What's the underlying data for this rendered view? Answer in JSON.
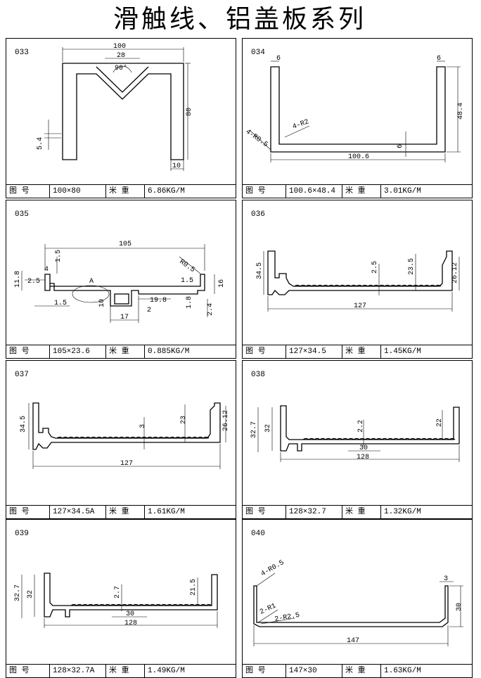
{
  "title": "滑触线、铝盖板系列",
  "footer_labels": {
    "drawing_no": "图  号",
    "weight": "米  重"
  },
  "panels": [
    {
      "id": "033",
      "size": "100×80",
      "weight": "6.86KG/M",
      "dims": {
        "d1": "100",
        "d2": "28",
        "d3": "90°",
        "d4": "80",
        "d5": "5.4",
        "d6": "10"
      }
    },
    {
      "id": "034",
      "size": "100.6×48.4",
      "weight": "3.01KG/M",
      "dims": {
        "d1": "6",
        "d2": "6",
        "d3": "48.4",
        "d4": "4-R2",
        "d5": "4-R0.5",
        "d6": "6",
        "d7": "100.6"
      }
    },
    {
      "id": "035",
      "size": "105×23.6",
      "weight": "0.885KG/M",
      "dims": {
        "d1": "105",
        "d2": "1.5",
        "d3": "4",
        "d4": "11.8",
        "d5": "2.5",
        "d6": "A",
        "d7": "R0.5",
        "d8": "1.5",
        "d9": "16",
        "d10": "1.5",
        "d11": "10",
        "d12": "19.8",
        "d13": "1.8",
        "d14": "2",
        "d15": "2.4",
        "d16": "17"
      }
    },
    {
      "id": "036",
      "size": "127×34.5",
      "weight": "1.45KG/M",
      "dims": {
        "d1": "34.5",
        "d2": "2.5",
        "d3": "23.5",
        "d4": "26.12",
        "d5": "127"
      }
    },
    {
      "id": "037",
      "size": "127×34.5A",
      "weight": "1.61KG/M",
      "dims": {
        "d1": "34.5",
        "d2": "3",
        "d3": "23",
        "d4": "26.12",
        "d5": "127"
      }
    },
    {
      "id": "038",
      "size": "128×32.7",
      "weight": "1.32KG/M",
      "dims": {
        "d1": "32.7",
        "d2": "32",
        "d3": "2.2",
        "d4": "22",
        "d5": "30",
        "d6": "128"
      }
    },
    {
      "id": "039",
      "size": "128×32.7A",
      "weight": "1.49KG/M",
      "dims": {
        "d1": "32.7",
        "d2": "32",
        "d3": "2.7",
        "d4": "21.5",
        "d5": "30",
        "d6": "128"
      }
    },
    {
      "id": "040",
      "size": "147×30",
      "weight": "1.63KG/M",
      "dims": {
        "d1": "4-R0.5",
        "d2": "3",
        "d3": "30",
        "d4": "2-R1",
        "d5": "2-R2.5",
        "d6": "147"
      }
    }
  ]
}
